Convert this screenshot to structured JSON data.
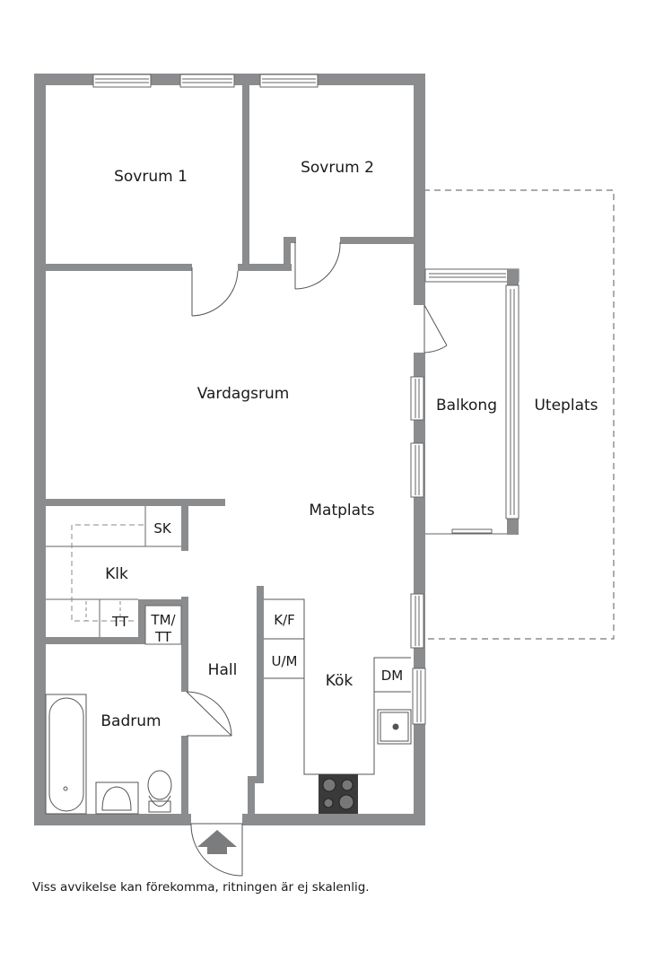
{
  "rooms": {
    "sovrum1": "Sovrum 1",
    "sovrum2": "Sovrum 2",
    "vardagsrum": "Vardagsrum",
    "matplats": "Matplats",
    "balkong": "Balkong",
    "uteplats": "Uteplats",
    "klk": "Klk",
    "hall": "Hall",
    "badrum": "Badrum",
    "kok": "Kök"
  },
  "fixtures": {
    "sk": "SK",
    "tt": "TT",
    "tm_tt_line1": "TM/",
    "tm_tt_line2": "TT",
    "kf": "K/F",
    "um": "U/M",
    "dm": "DM"
  },
  "colors": {
    "wall": "#8a8c8e",
    "wall_dark": "#6f7173",
    "line": "#555555",
    "stove": "#3a3a3a"
  },
  "footer": {
    "disclaimer": "Viss avvikelse kan förekomma, ritningen är ej skalenlig."
  }
}
